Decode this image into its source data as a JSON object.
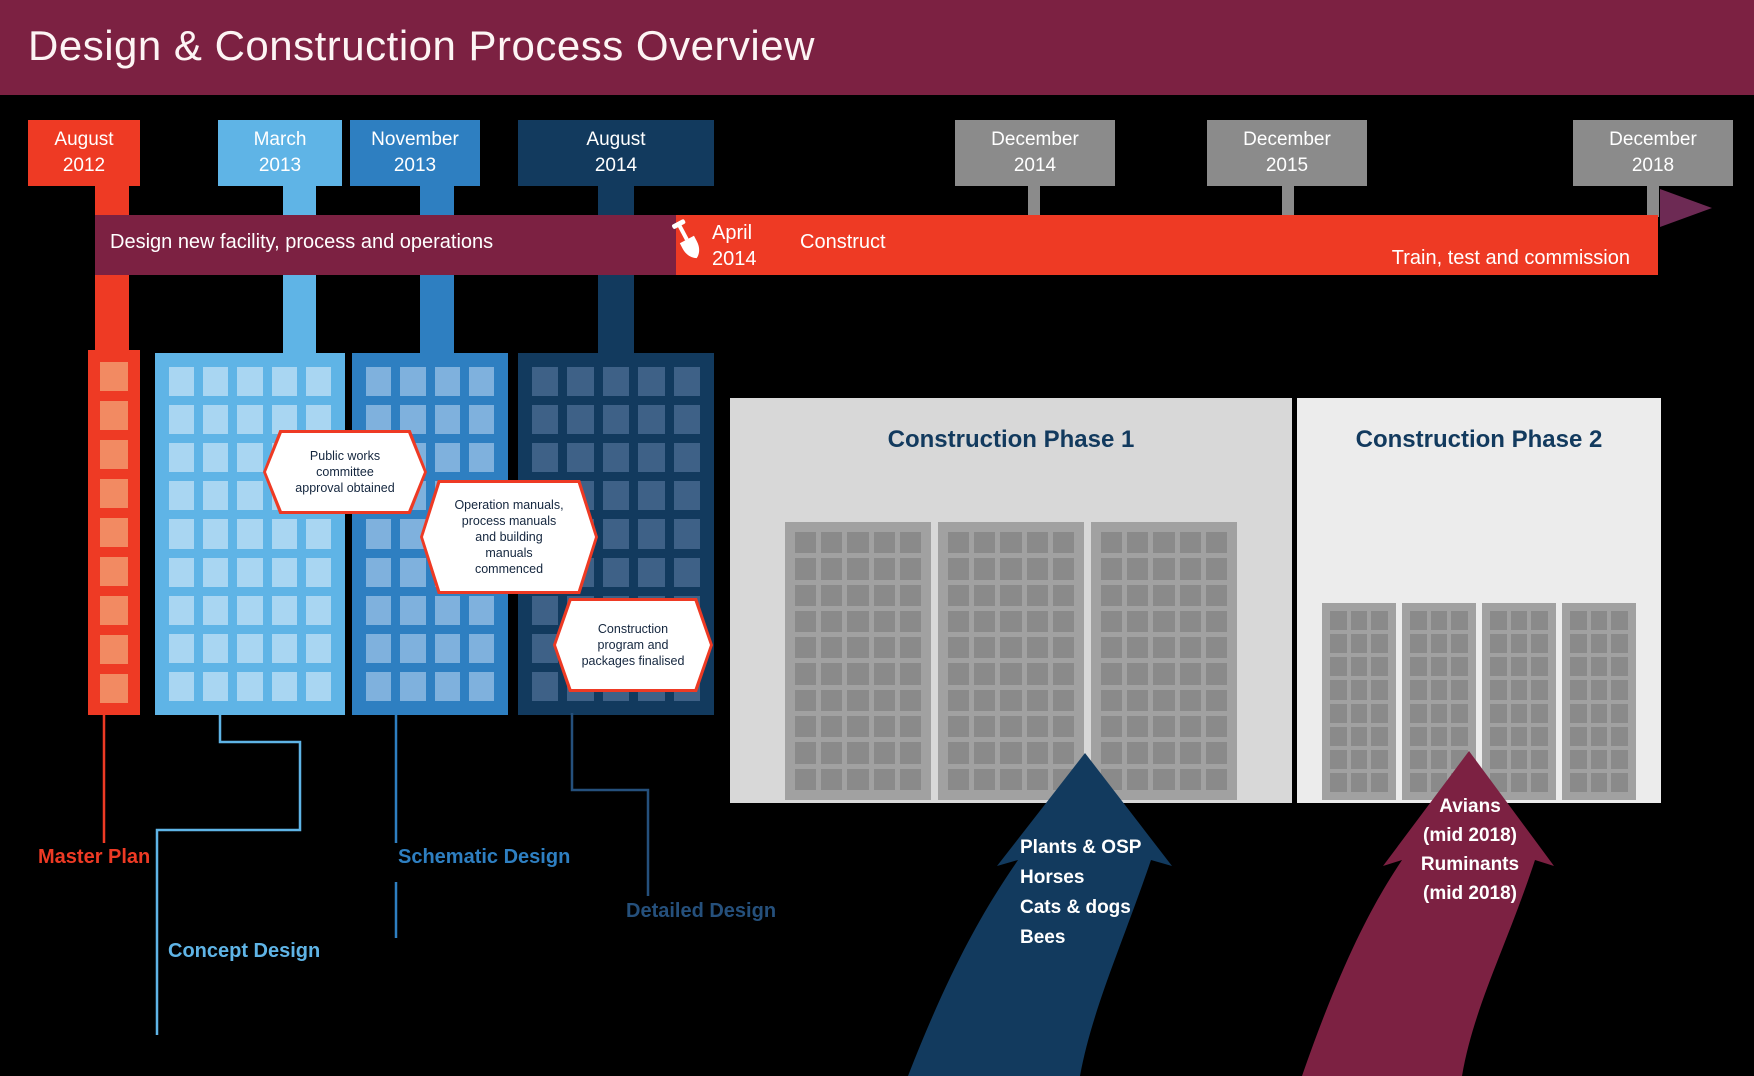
{
  "header": {
    "title": "Design & Construction Process Overview"
  },
  "flags": [
    {
      "line1": "August",
      "line2": "2012"
    },
    {
      "line1": "March",
      "line2": "2013"
    },
    {
      "line1": "November",
      "line2": "2013"
    },
    {
      "line1": "August",
      "line2": "2014"
    },
    {
      "line1": "December",
      "line2": "2014"
    },
    {
      "line1": "December",
      "line2": "2015"
    },
    {
      "line1": "December",
      "line2": "2018"
    }
  ],
  "timeline": {
    "design_phase_label": "Design new facility, process and operations",
    "construct_start_month": "April",
    "construct_start_year": "2014",
    "construct_label": "Construct",
    "train_label": "Train, test and commission"
  },
  "callouts": [
    {
      "text": "Public works\ncommittee\napproval obtained"
    },
    {
      "text": "Operation manuals,\nprocess manuals\nand building\nmanuals\ncommenced"
    },
    {
      "text": "Construction\nprogram and\npackages finalised"
    }
  ],
  "phases": [
    {
      "title": "Construction Phase 1"
    },
    {
      "title": "Construction Phase 2"
    }
  ],
  "design_stages": [
    {
      "label": "Master Plan"
    },
    {
      "label": "Concept Design"
    },
    {
      "label": "Schematic Design"
    },
    {
      "label": "Detailed Design"
    }
  ],
  "phase1_scope": {
    "items": [
      "Plants & OSP",
      "Horses",
      "Cats & dogs",
      "Bees"
    ]
  },
  "phase2_scope": {
    "lines": "Avians\n(mid 2018)\nRuminants\n(mid 2018)"
  },
  "colors": {
    "header_maroon": "#7c2142",
    "master_plan_red": "#ee3a24",
    "concept_light_blue": "#5fb4e6",
    "schematic_blue": "#2e7fc1",
    "detailed_navy": "#123a5e",
    "milestone_gray": "#8b8b8b",
    "phase1_panel": "#d8d8d8",
    "phase2_panel": "#ececec"
  }
}
